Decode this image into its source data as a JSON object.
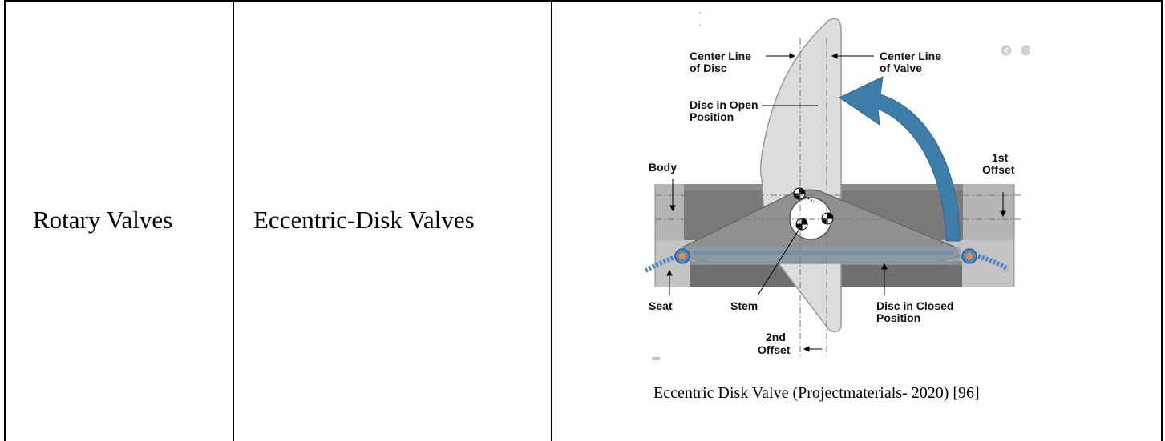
{
  "table": {
    "col1": "Rotary Valves",
    "col2": "Eccentric-Disk Valves"
  },
  "figure": {
    "labels": {
      "center_line_disc": [
        "Center Line",
        "of Disc"
      ],
      "center_line_valve": [
        "Center Line",
        "of Valve"
      ],
      "disc_open": [
        "Disc in Open",
        "Position"
      ],
      "body": "Body",
      "first_offset": [
        "1st",
        "Offset"
      ],
      "seat": "Seat",
      "stem": "Stem",
      "disc_closed": [
        "Disc in Closed",
        "Position"
      ],
      "second_offset": [
        "2nd",
        "Offset"
      ]
    },
    "caption": "Eccentric Disk Valve (Projectmaterials- 2020) [96]"
  },
  "colors": {
    "body_gray": "#a8a8a8",
    "body_dark": "#6e6e6e",
    "disc_light": "#d6d6d6",
    "arrow_blue": "#3f7ca8",
    "seat_blue": "#4f86c6",
    "seat_orange": "#e8874a"
  }
}
